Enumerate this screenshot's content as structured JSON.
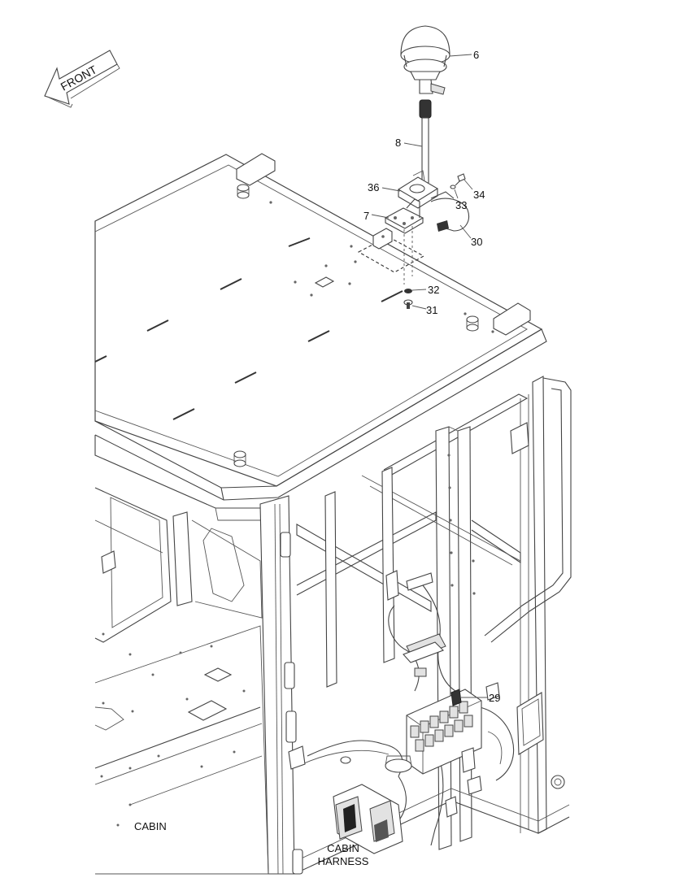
{
  "direction_arrow": {
    "label": "FRONT"
  },
  "callouts": [
    {
      "id": "c6",
      "text": "6"
    },
    {
      "id": "c8",
      "text": "8"
    },
    {
      "id": "c36",
      "text": "36"
    },
    {
      "id": "c7",
      "text": "7"
    },
    {
      "id": "c33",
      "text": "33"
    },
    {
      "id": "c34",
      "text": "34"
    },
    {
      "id": "c30",
      "text": "30"
    },
    {
      "id": "c32",
      "text": "32"
    },
    {
      "id": "c31",
      "text": "31"
    },
    {
      "id": "c29",
      "text": "29"
    }
  ],
  "area_labels": {
    "cabin": "CABIN",
    "harness_line1": "CABIN",
    "harness_line2": "HARNESS"
  }
}
